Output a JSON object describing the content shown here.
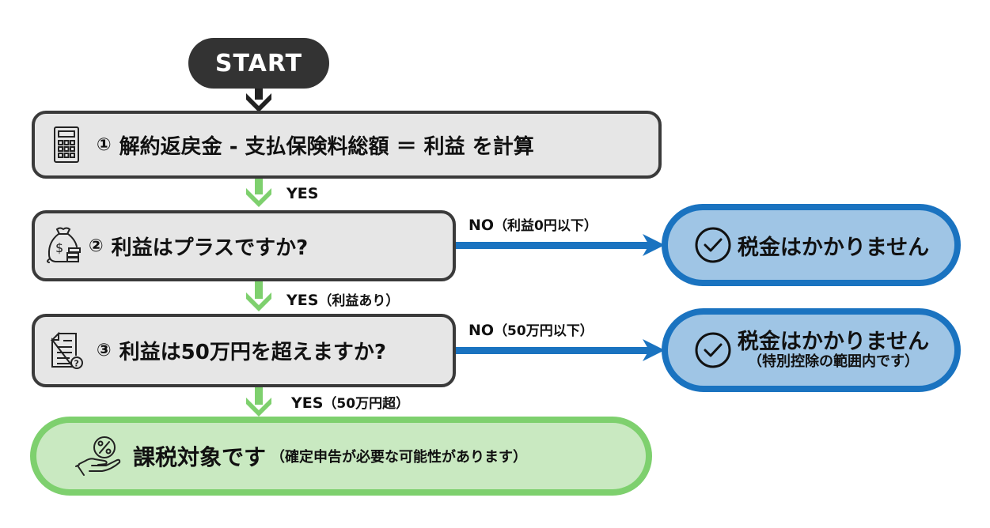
{
  "start": {
    "label": "START"
  },
  "steps": [
    {
      "number": "①",
      "text": "解約返戻金 - 支払保険料総額 ＝ 利益 を計算",
      "icon": "calculator-icon"
    },
    {
      "number": "②",
      "text": "利益はプラスですか?",
      "icon": "money-bag-icon"
    },
    {
      "number": "③",
      "text": "利益は50万円を超えますか?",
      "icon": "document-question-icon"
    }
  ],
  "branches": {
    "yes1": {
      "main": "YES",
      "sub": ""
    },
    "yes2": {
      "main": "YES",
      "sub": "（利益あり）"
    },
    "yes3": {
      "main": "YES",
      "sub": "（50万円超）"
    },
    "no1": {
      "main": "NO",
      "sub": "（利益0円以下）"
    },
    "no2": {
      "main": "NO",
      "sub": "（50万円以下）"
    }
  },
  "results": {
    "no_tax_1": {
      "text": "税金はかかりません",
      "icon": "check-circle-icon"
    },
    "no_tax_2": {
      "text": "税金はかかりません",
      "note": "（特別控除の範囲内です）",
      "icon": "check-circle-icon"
    },
    "taxable": {
      "text": "課税対象です",
      "note": "（確定申告が必要な可能性があります）",
      "icon": "hand-percent-icon"
    }
  },
  "colors": {
    "dark": "#333333",
    "step_fill": "#e6e6e6",
    "yes_arrow": "#7ed06e",
    "no_arrow": "#1a73c0",
    "result_blue_fill": "#9fc5e5",
    "result_green_fill": "#c9e9c1"
  }
}
